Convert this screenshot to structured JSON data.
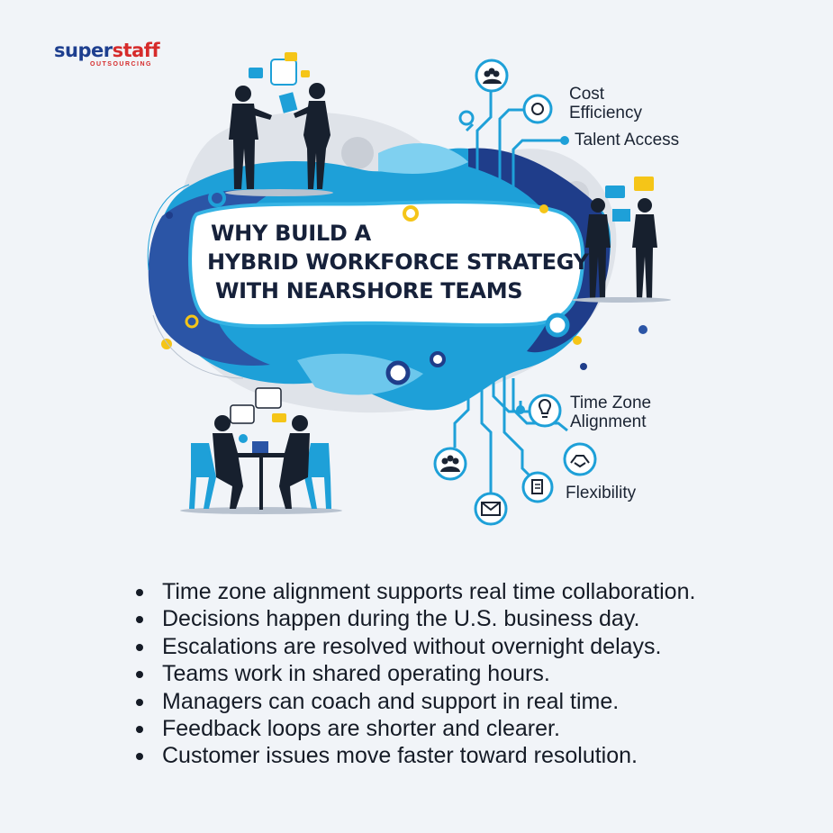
{
  "logo": {
    "brand_a": "super",
    "brand_b": "staff",
    "tagline": "OUTSOURCING"
  },
  "title": {
    "line1": "WHY BUILD A",
    "line2": "HYBRID WORKFORCE STRATEGY",
    "line3": "WITH NEARSHORE TEAMS"
  },
  "benefits": {
    "cost_line1": "Cost",
    "cost_line2": "Efficiency",
    "talent": "Talent Access",
    "tz_line1": "Time Zone",
    "tz_line2": "Alignment",
    "flexibility": "Flexibility"
  },
  "bullets": [
    "Time zone alignment supports real time collaboration.",
    "Decisions happen during the U.S. business day.",
    "Escalations are resolved without overnight delays.",
    "Teams work in shared operating hours.",
    "Managers can coach and support in real time.",
    "Feedback loops are shorter and clearer.",
    "Customer issues move faster toward resolution."
  ],
  "colors": {
    "accent_blue": "#1ea0d8",
    "navy": "#1f3d8a",
    "yellow": "#f5c518",
    "text": "#151b26"
  },
  "icons": [
    "people-icon",
    "money-icon",
    "lightbulb-icon",
    "team-icon",
    "handshake-icon",
    "email-icon",
    "document-icon",
    "chat-icon"
  ]
}
